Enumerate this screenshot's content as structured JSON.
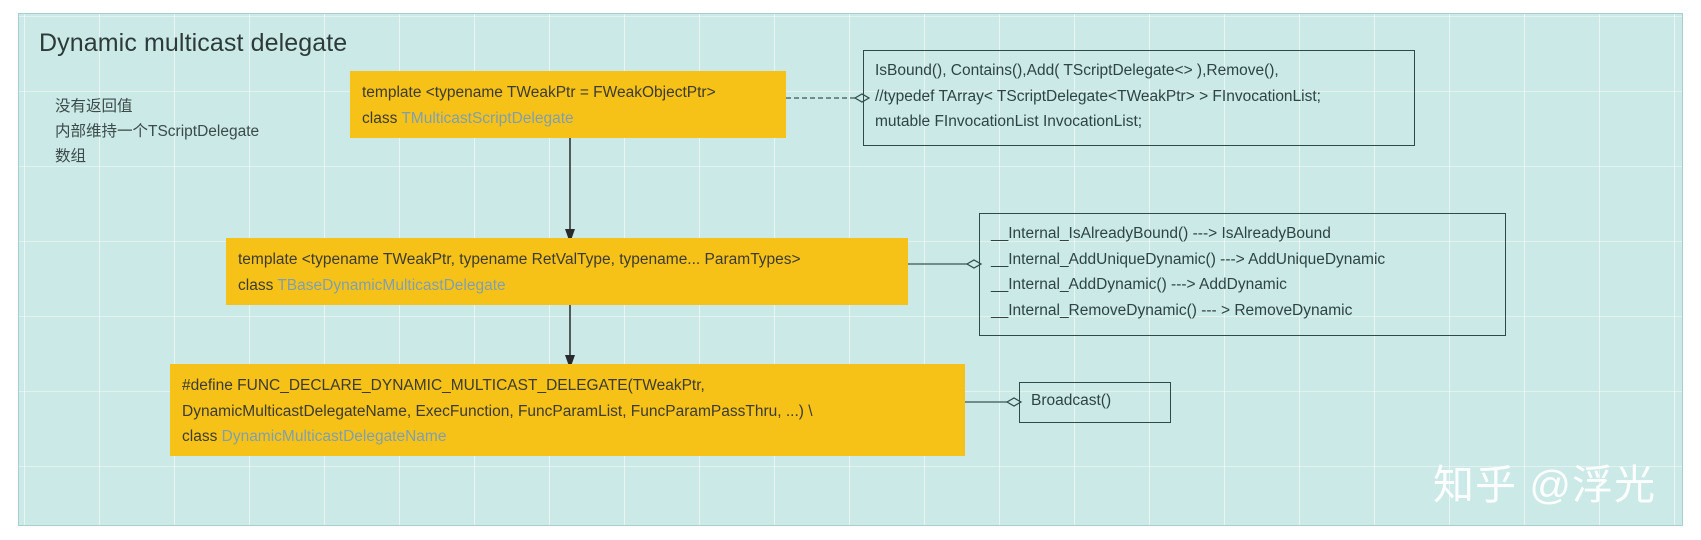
{
  "diagram": {
    "title": "Dynamic multicast delegate",
    "notes_cn": [
      "没有返回值",
      "内部维持一个TScriptDelegate",
      "数组"
    ],
    "colors": {
      "panel_background": "#cbe9e7",
      "class_box": "#f7c217",
      "class_name_text": "#7f9fb0",
      "note_border": "#2f4a4a",
      "body_text": "#3b3b33"
    },
    "class_boxes": [
      {
        "id": "multicast-script-delegate",
        "template_line": "template <typename TWeakPtr = FWeakObjectPtr>",
        "class_keyword": "class ",
        "class_name": "TMulticastScriptDelegate"
      },
      {
        "id": "base-dynamic-multicast-delegate",
        "template_line": "template <typename TWeakPtr, typename RetValType, typename... ParamTypes>",
        "class_keyword": "class ",
        "class_name": "TBaseDynamicMulticastDelegate"
      },
      {
        "id": "func-declare-macro",
        "line1": "#define FUNC_DECLARE_DYNAMIC_MULTICAST_DELEGATE(TWeakPtr,",
        "line2": "DynamicMulticastDelegateName, ExecFunction, FuncParamList, FuncParamPassThru, ...) \\",
        "line3_prefix": "class ",
        "line3_name": "DynamicMulticastDelegateName"
      }
    ],
    "note_boxes": [
      {
        "id": "script-delegate-members",
        "lines": [
          "IsBound(), Contains(),Add( TScriptDelegate<> ),Remove(),",
          " //typedef TArray< TScriptDelegate<TWeakPtr> > FInvocationList;",
          " mutable FInvocationList InvocationList;"
        ]
      },
      {
        "id": "internal-function-mappings",
        "lines": [
          "__Internal_IsAlreadyBound() ---> IsAlreadyBound",
          "__Internal_AddUniqueDynamic() ---> AddUniqueDynamic",
          "__Internal_AddDynamic() ---> AddDynamic",
          "__Internal_RemoveDynamic() --- > RemoveDynamic"
        ]
      },
      {
        "id": "broadcast",
        "lines": [
          "Broadcast()"
        ]
      }
    ],
    "watermark": "知乎 @浮光"
  }
}
